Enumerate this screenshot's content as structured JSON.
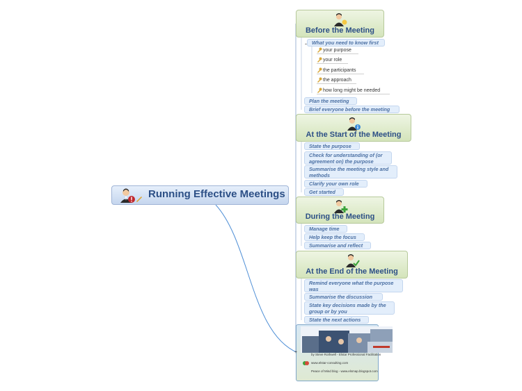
{
  "root": {
    "title": "Running Effective Meetings"
  },
  "sections": [
    {
      "title": "Before the Meeting",
      "topics": [
        {
          "label": "What you need to know first",
          "children": [
            "your purpose",
            "your role",
            "the participants",
            "the approach",
            "how long might be needed"
          ]
        },
        {
          "label": "Plan the meeting"
        },
        {
          "label": "Brief everyone before the meeting"
        }
      ]
    },
    {
      "title": "At the Start of the Meeting",
      "topics": [
        {
          "label": "State the purpose"
        },
        {
          "label": "Check for understanding of (or agreement on) the purpose"
        },
        {
          "label": "Summarise the meeting style and methods"
        },
        {
          "label": "Clarify your own role"
        },
        {
          "label": "Get started"
        }
      ]
    },
    {
      "title": "During the Meeting",
      "topics": [
        {
          "label": "Manage time"
        },
        {
          "label": "Help keep the focus"
        },
        {
          "label": "Summarise and reflect"
        }
      ]
    },
    {
      "title": "At the End of the Meeting",
      "topics": [
        {
          "label": "Remind everyone what the purpose was"
        },
        {
          "label": "Summarise the discussion"
        },
        {
          "label": "State key decisions made by the group or by you"
        },
        {
          "label": "State the next actions"
        }
      ]
    }
  ],
  "promo": {
    "byline": "by Steve Rothwell - Elstar Professional Facilitation",
    "website": "www.elstar-consulting.com",
    "blog": "Peace of Mind blog - www.elsmap.blogspot.com"
  },
  "colors": {
    "root_text": "#2c4f86",
    "topic_text": "#4a6fa3",
    "section_fill": "#dde9c9",
    "topic_fill": "#e3eefb",
    "connector": "#4f8fd6"
  },
  "icons": [
    "person-alert-icon",
    "pencil-icon",
    "person-lightbulb-icon",
    "person-info-icon",
    "person-plus-icon",
    "person-check-icon",
    "key-icon",
    "flag-icon"
  ]
}
